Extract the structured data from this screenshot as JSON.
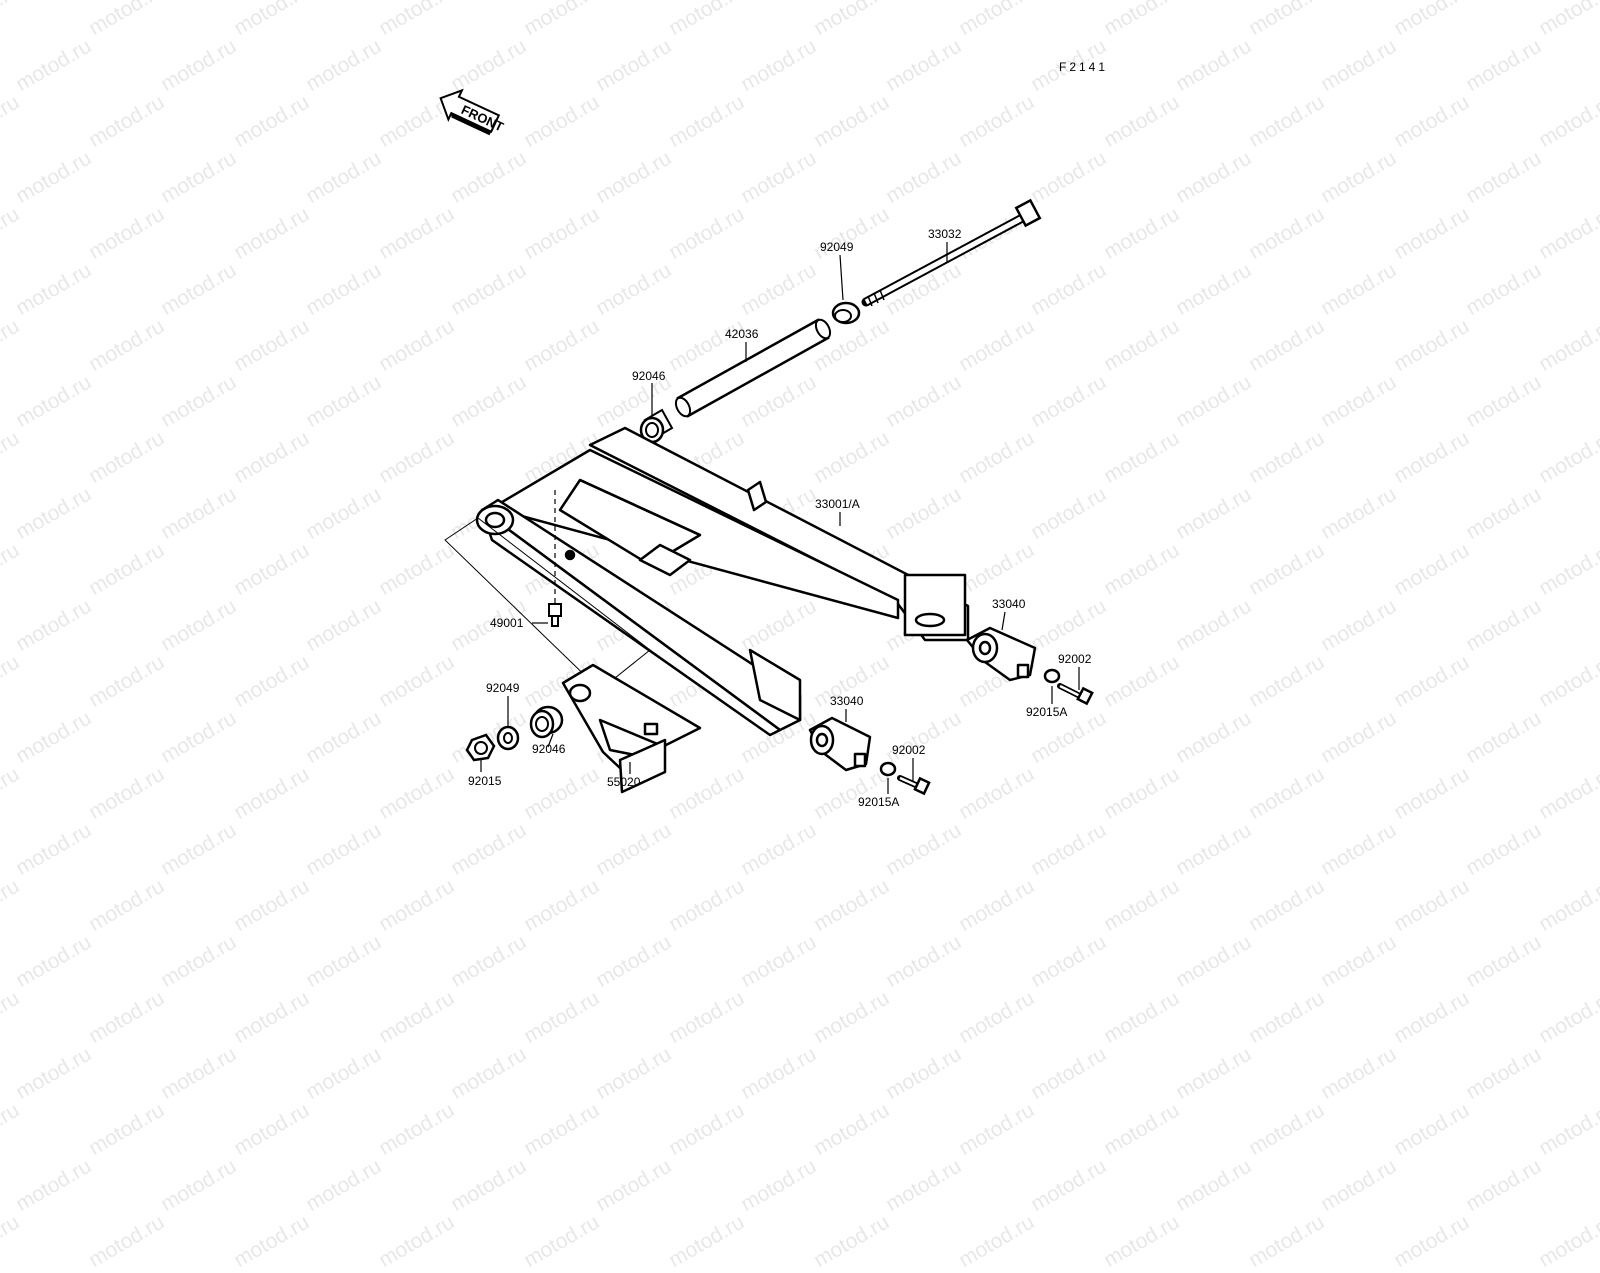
{
  "diagram": {
    "figure_code": "F2141",
    "front_label": "FRONT",
    "watermark": "motod.ru",
    "parts": {
      "p33032": "33032",
      "p92049_top": "92049",
      "p42036": "42036",
      "p92046_top": "92046",
      "p33001A": "33001/A",
      "p49001": "49001",
      "p33040_right": "33040",
      "p92002_right": "92002",
      "p92015A_right": "92015A",
      "p33040_mid": "33040",
      "p92002_mid": "92002",
      "p92015A_mid": "92015A",
      "p92049_left": "92049",
      "p92046_left": "92046",
      "p92015_left": "92015",
      "p55020": "55020"
    }
  }
}
